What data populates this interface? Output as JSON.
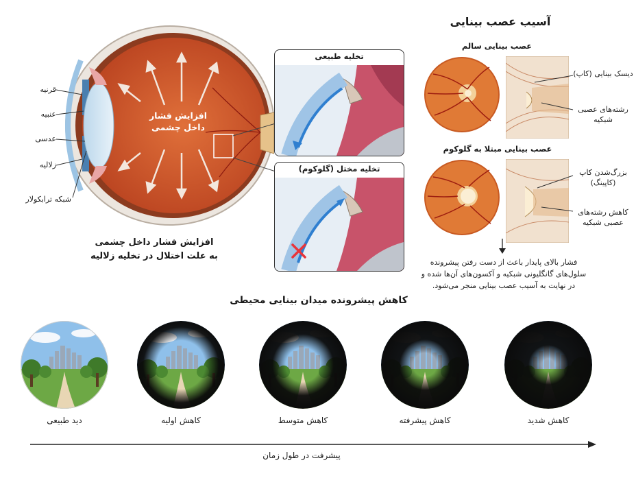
{
  "left": {
    "labels": {
      "cornea": "قرنیه",
      "iris": "عنبیه",
      "lens": "عدسی",
      "aqueous": "زلالیه",
      "trabecular": "شبکه ترابکولار"
    },
    "inner_text": "افزایش فشار داخل چشمی",
    "caption_line1": "افزایش فشار داخل چشمی",
    "caption_line2": "به علت اختلال در تخلیه زلالیه"
  },
  "middle": {
    "normal_title": "تخلیه طبیعی",
    "impaired_title": "تخلیه مختل (گلوکوم)"
  },
  "right": {
    "title": "آسیب عصب بینایی",
    "healthy_title": "عصب بینایی سالم",
    "healthy_labels": {
      "disc": "دیسک بینایی (کاپ)",
      "fibers": "رشته‌های عصبی شبکیه"
    },
    "glaucoma_title": "عصب بینایی مبتلا به گلوکوم",
    "glaucoma_labels": {
      "cupping": "بزرگ‌شدن کاپ (کاپینگ)",
      "loss": "کاهش رشته‌های عصبی شبکیه"
    },
    "explanation": "فشار بالای پایدار باعث از دست رفتن پیشرونده سلول‌های گانگلیونی شبکیه و آکسون‌های آن‌ها شده و در نهایت به آسیب عصب بینایی منجر می‌شود."
  },
  "bottom": {
    "title": "کاهش پیشرونده میدان بینایی محیطی",
    "stages": [
      {
        "label": "دید طبیعی",
        "clear_fraction": 1.0
      },
      {
        "label": "کاهش اولیه",
        "clear_fraction": 0.78
      },
      {
        "label": "کاهش متوسط",
        "clear_fraction": 0.55
      },
      {
        "label": "کاهش پیشرفته",
        "clear_fraction": 0.38
      },
      {
        "label": "کاهش شدید",
        "clear_fraction": 0.2
      }
    ],
    "timeline_label": "پیشرفت در طول زمان"
  },
  "colors": {
    "retina": "#d9562a",
    "sclera": "#e8e2dc",
    "aqueous": "#3d8fd6",
    "accent": "#e8343a"
  }
}
